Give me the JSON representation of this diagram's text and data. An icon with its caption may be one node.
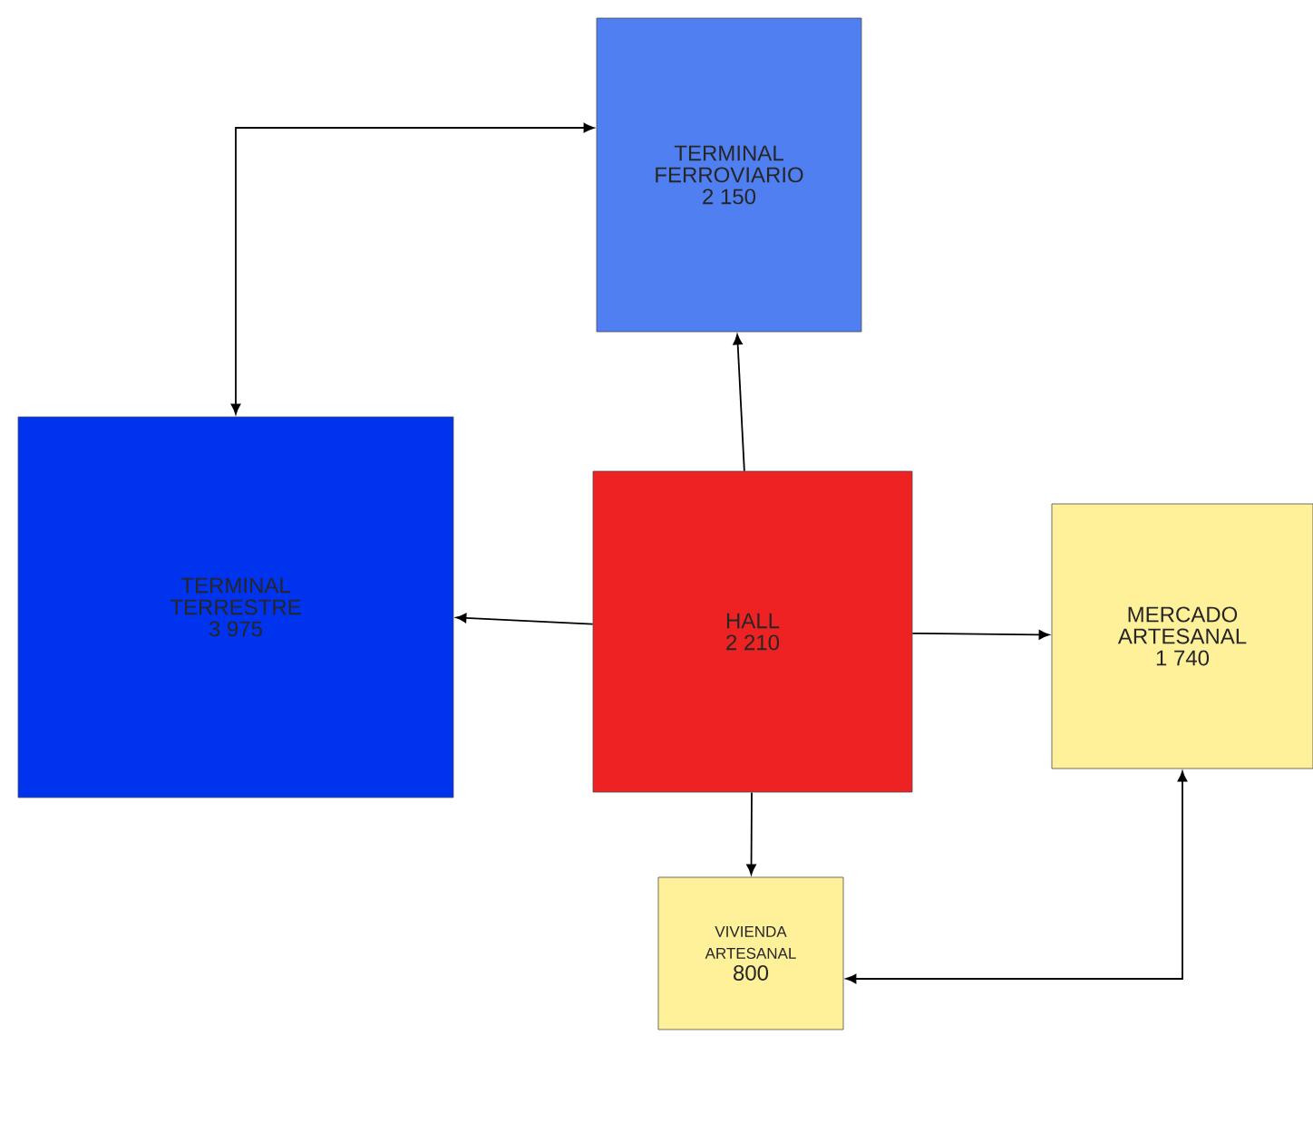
{
  "diagram": {
    "nodes": [
      {
        "text": [
          "TERMINAL FERROVIARIO",
          "2 150"
        ]
      },
      {
        "text": [
          "TERMINAL TERRESTRE",
          "3 975"
        ]
      },
      {
        "text": [
          "HALL",
          "2 210"
        ]
      },
      {
        "text": [
          "MERCADO ARTESANAL",
          "1 740"
        ]
      },
      {
        "text": [
          "VIVIENDA ARTESANAL",
          "800"
        ]
      }
    ],
    "edges": [
      {
        "from": 2,
        "to": 0,
        "arrow": "to"
      },
      {
        "from": 2,
        "to": 1,
        "arrow": "to"
      },
      {
        "from": 2,
        "to": 3,
        "arrow": "to"
      },
      {
        "from": 2,
        "to": 4,
        "arrow": "to"
      },
      {
        "from": 1,
        "to": 0,
        "arrow": "both"
      },
      {
        "from": 4,
        "to": 3,
        "arrow": "both"
      }
    ]
  }
}
